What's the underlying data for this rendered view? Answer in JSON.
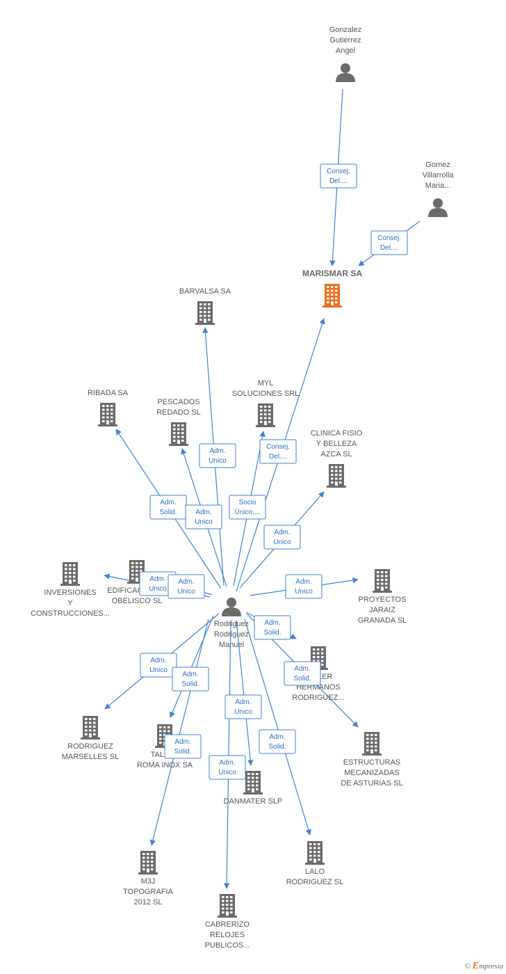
{
  "colors": {
    "edge": "#3b82d6",
    "company": "#6b6b6b",
    "focus_company": "#f26b1d",
    "person": "#6b6b6b"
  },
  "nodes": [
    {
      "id": "gonzalez",
      "type": "person",
      "lines": [
        "Gonzalez",
        "Gutierrez",
        "Angel"
      ]
    },
    {
      "id": "gomez",
      "type": "person",
      "lines": [
        "Gomez",
        "Villarrolla",
        "Maria..."
      ]
    },
    {
      "id": "marismar",
      "type": "company",
      "focus": true,
      "lines": [
        "MARISMAR SA"
      ]
    },
    {
      "id": "barvalsa",
      "type": "company",
      "lines": [
        "BARVALSA SA"
      ]
    },
    {
      "id": "ribada",
      "type": "company",
      "lines": [
        "RIBADA SA"
      ]
    },
    {
      "id": "pescados",
      "type": "company",
      "lines": [
        "PESCADOS",
        "REDADO SL"
      ]
    },
    {
      "id": "myl",
      "type": "company",
      "lines": [
        "MYL",
        "SOLUCIONES SRL"
      ]
    },
    {
      "id": "clinica",
      "type": "company",
      "lines": [
        "CLINICA FISIO",
        "Y BELLEZA",
        "AZCA  SL"
      ]
    },
    {
      "id": "inversiones",
      "type": "company",
      "lines": [
        "INVERSIONES",
        "Y",
        "CONSTRUCCIONES..."
      ]
    },
    {
      "id": "edificaciones",
      "type": "company",
      "lines": [
        "EDIFICACIONES",
        "OBELISCO  SL"
      ]
    },
    {
      "id": "proyectos",
      "type": "company",
      "lines": [
        "PROYECTOS",
        "JARAIZ",
        "GRANADA SL"
      ]
    },
    {
      "id": "rodriguez_manuel",
      "type": "person",
      "lines": [
        "Rodriguez",
        "Rodriguez",
        "Manuel"
      ]
    },
    {
      "id": "taller_hermanos",
      "type": "company",
      "lines": [
        "TALLER",
        "HERMANOS",
        "RODRIGUEZ..."
      ]
    },
    {
      "id": "rodriguez_marselles",
      "type": "company",
      "lines": [
        "RODRIGUEZ",
        "MARSELLES SL"
      ]
    },
    {
      "id": "taller_roma",
      "type": "company",
      "lines": [
        "TALLER",
        "ROMA INOX SA"
      ]
    },
    {
      "id": "estructuras",
      "type": "company",
      "lines": [
        "ESTRUCTURAS",
        "MECANIZADAS",
        "DE ASTURIAS SL"
      ]
    },
    {
      "id": "danmater",
      "type": "company",
      "lines": [
        "DANMATER SLP"
      ]
    },
    {
      "id": "lalo",
      "type": "company",
      "lines": [
        "LALO",
        "RODRIGUEZ SL"
      ]
    },
    {
      "id": "m3j",
      "type": "company",
      "lines": [
        "M3J",
        "TOPOGRAFIA",
        "2012 SL"
      ]
    },
    {
      "id": "cabrerizo",
      "type": "company",
      "lines": [
        "CABRERIZO",
        "RELOJES",
        "PUBLICOS..."
      ]
    }
  ],
  "edges": [
    {
      "from": "gonzalez",
      "to": "marismar",
      "lines": [
        "Consej.",
        "Del...."
      ]
    },
    {
      "from": "gomez",
      "to": "marismar",
      "lines": [
        "Consej.",
        "Del...."
      ]
    },
    {
      "from": "rodriguez_manuel",
      "to": "marismar",
      "lines": [
        "Consej.",
        "Del...."
      ]
    },
    {
      "from": "rodriguez_manuel",
      "to": "barvalsa",
      "lines": [
        "Adm.",
        "Unico"
      ]
    },
    {
      "from": "rodriguez_manuel",
      "to": "ribada",
      "lines": [
        "Adm.",
        "Solid."
      ]
    },
    {
      "from": "rodriguez_manuel",
      "to": "pescados",
      "lines": [
        "Adm.",
        "Unico"
      ]
    },
    {
      "from": "rodriguez_manuel",
      "to": "myl",
      "lines": [
        "Socio",
        "Único,..."
      ]
    },
    {
      "from": "rodriguez_manuel",
      "to": "clinica",
      "lines": [
        "Adm.",
        "Unico"
      ]
    },
    {
      "from": "rodriguez_manuel",
      "to": "inversiones",
      "lines": [
        "Adm.",
        "Unico"
      ]
    },
    {
      "from": "rodriguez_manuel",
      "to": "edificaciones",
      "lines": [
        "Adm.",
        "Unico"
      ]
    },
    {
      "from": "rodriguez_manuel",
      "to": "proyectos",
      "lines": [
        "Adm.",
        "Unico"
      ]
    },
    {
      "from": "rodriguez_manuel",
      "to": "taller_hermanos",
      "lines": [
        "Adm.",
        "Solid."
      ]
    },
    {
      "from": "rodriguez_manuel",
      "to": "estructuras",
      "lines": [
        "Adm.",
        "Solid."
      ]
    },
    {
      "from": "rodriguez_manuel",
      "to": "rodriguez_marselles",
      "lines": [
        "Adm.",
        "Unico"
      ]
    },
    {
      "from": "rodriguez_manuel",
      "to": "taller_roma",
      "lines": [
        "Adm.",
        "Solid."
      ]
    },
    {
      "from": "rodriguez_manuel",
      "to": "m3j",
      "lines": [
        "Adm.",
        "Solid."
      ]
    },
    {
      "from": "rodriguez_manuel",
      "to": "danmater",
      "lines": [
        "Adm.",
        "Unico"
      ]
    },
    {
      "from": "rodriguez_manuel",
      "to": "cabrerizo",
      "lines": [
        "Adm.",
        "Unico"
      ]
    },
    {
      "from": "rodriguez_manuel",
      "to": "lalo",
      "lines": [
        "Adm.",
        "Solid."
      ]
    }
  ],
  "footer": {
    "copyright": "©",
    "brand_initial": "E",
    "brand_rest": "mpresia"
  }
}
